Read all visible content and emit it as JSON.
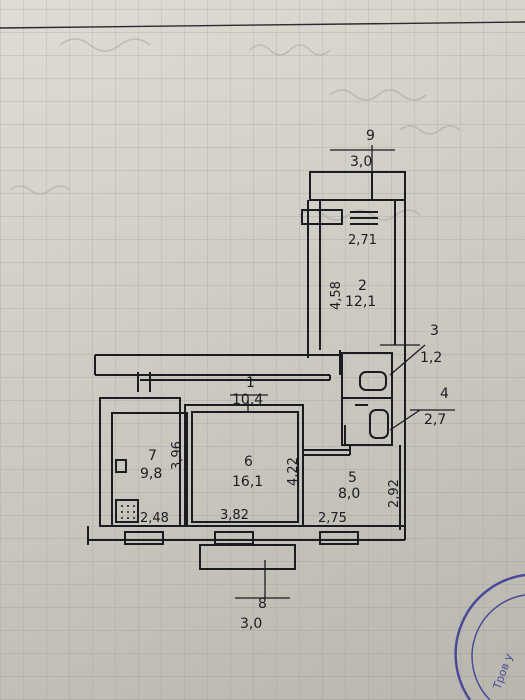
{
  "rooms": [
    {
      "number": "1",
      "area": "10,4"
    },
    {
      "number": "2",
      "area": "12,1"
    },
    {
      "number": "3",
      "area": "1,2"
    },
    {
      "number": "4",
      "area": "2,7"
    },
    {
      "number": "5",
      "area": "8,0"
    },
    {
      "number": "6",
      "area": "16,1"
    },
    {
      "number": "7",
      "area": "9,8"
    },
    {
      "number": "8",
      "area": "3,0"
    },
    {
      "number": "9",
      "area": "3,0"
    }
  ],
  "dimensions": {
    "room2_width": "2,71",
    "room2_length": "4,58",
    "room5_length": "2,92",
    "room6_length": "4,22",
    "room7_length": "3,96",
    "bottom_left": "2,48",
    "bottom_middle": "3,82",
    "bottom_right": "2,75"
  },
  "stamp": {
    "fragment": "Тров у"
  },
  "colors": {
    "ink": "#1b1b22",
    "paper": "#d8d6ce",
    "stamp": "#4a4a9a"
  }
}
